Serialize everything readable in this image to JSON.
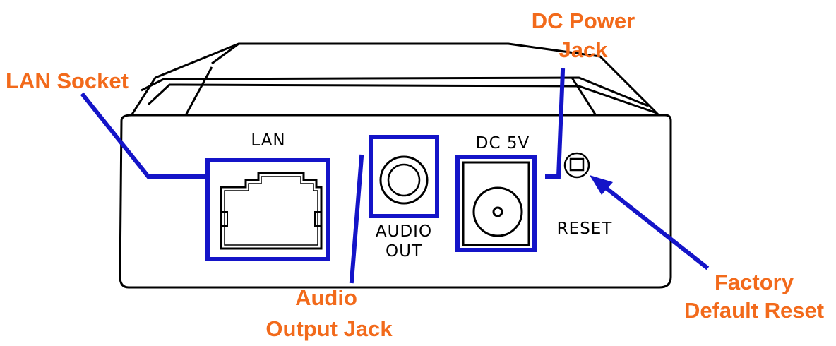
{
  "colors": {
    "callout_text": "#f26a1b",
    "highlight": "#1414c8",
    "outline": "#000000",
    "background": "#ffffff"
  },
  "panel_labels": {
    "lan": "LAN",
    "audio_line1": "AUDIO",
    "audio_line2": "OUT",
    "dc": "DC 5V",
    "reset": "RESET"
  },
  "callouts": {
    "lan_socket": "LAN Socket",
    "dc_power_line1": "DC Power",
    "dc_power_line2": "Jack",
    "audio_output_line1": "Audio",
    "audio_output_line2": "Output Jack",
    "factory_reset_line1": "Factory",
    "factory_reset_line2": "Default Reset"
  }
}
